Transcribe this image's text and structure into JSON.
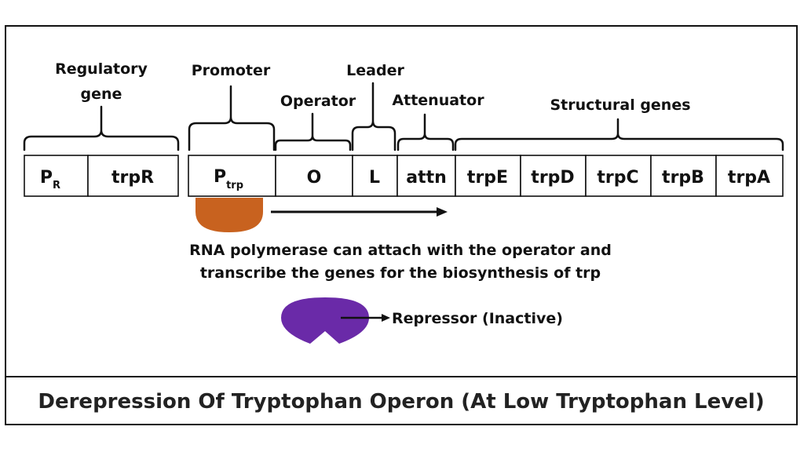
{
  "labels": {
    "regulatory_gene_line1": "Regulatory",
    "regulatory_gene_line2": "gene",
    "promoter": "Promoter",
    "leader": "Leader",
    "operator": "Operator",
    "attenuator": "Attenuator",
    "structural_genes": "Structural genes"
  },
  "genes": {
    "pr_main": "P",
    "pr_sub": "R",
    "trpR": "trpR",
    "ptrp_main": "P",
    "ptrp_sub": "trp",
    "O": "O",
    "L": "L",
    "attn": "attn",
    "trpE": "trpE",
    "trpD": "trpD",
    "trpC": "trpC",
    "trpB": "trpB",
    "trpA": "trpA"
  },
  "notes": {
    "rna_polymerase_line1": "RNA polymerase can attach with the operator and",
    "rna_polymerase_line2": "transcribe the genes for the biosynthesis of trp",
    "repressor": "Repressor (Inactive)"
  },
  "caption": "Derepression Of Tryptophan Operon (At Low Tryptophan Level)",
  "colors": {
    "rna_polymerase": "#C8621F",
    "repressor": "#6A2AA8",
    "stroke": "#111111"
  }
}
